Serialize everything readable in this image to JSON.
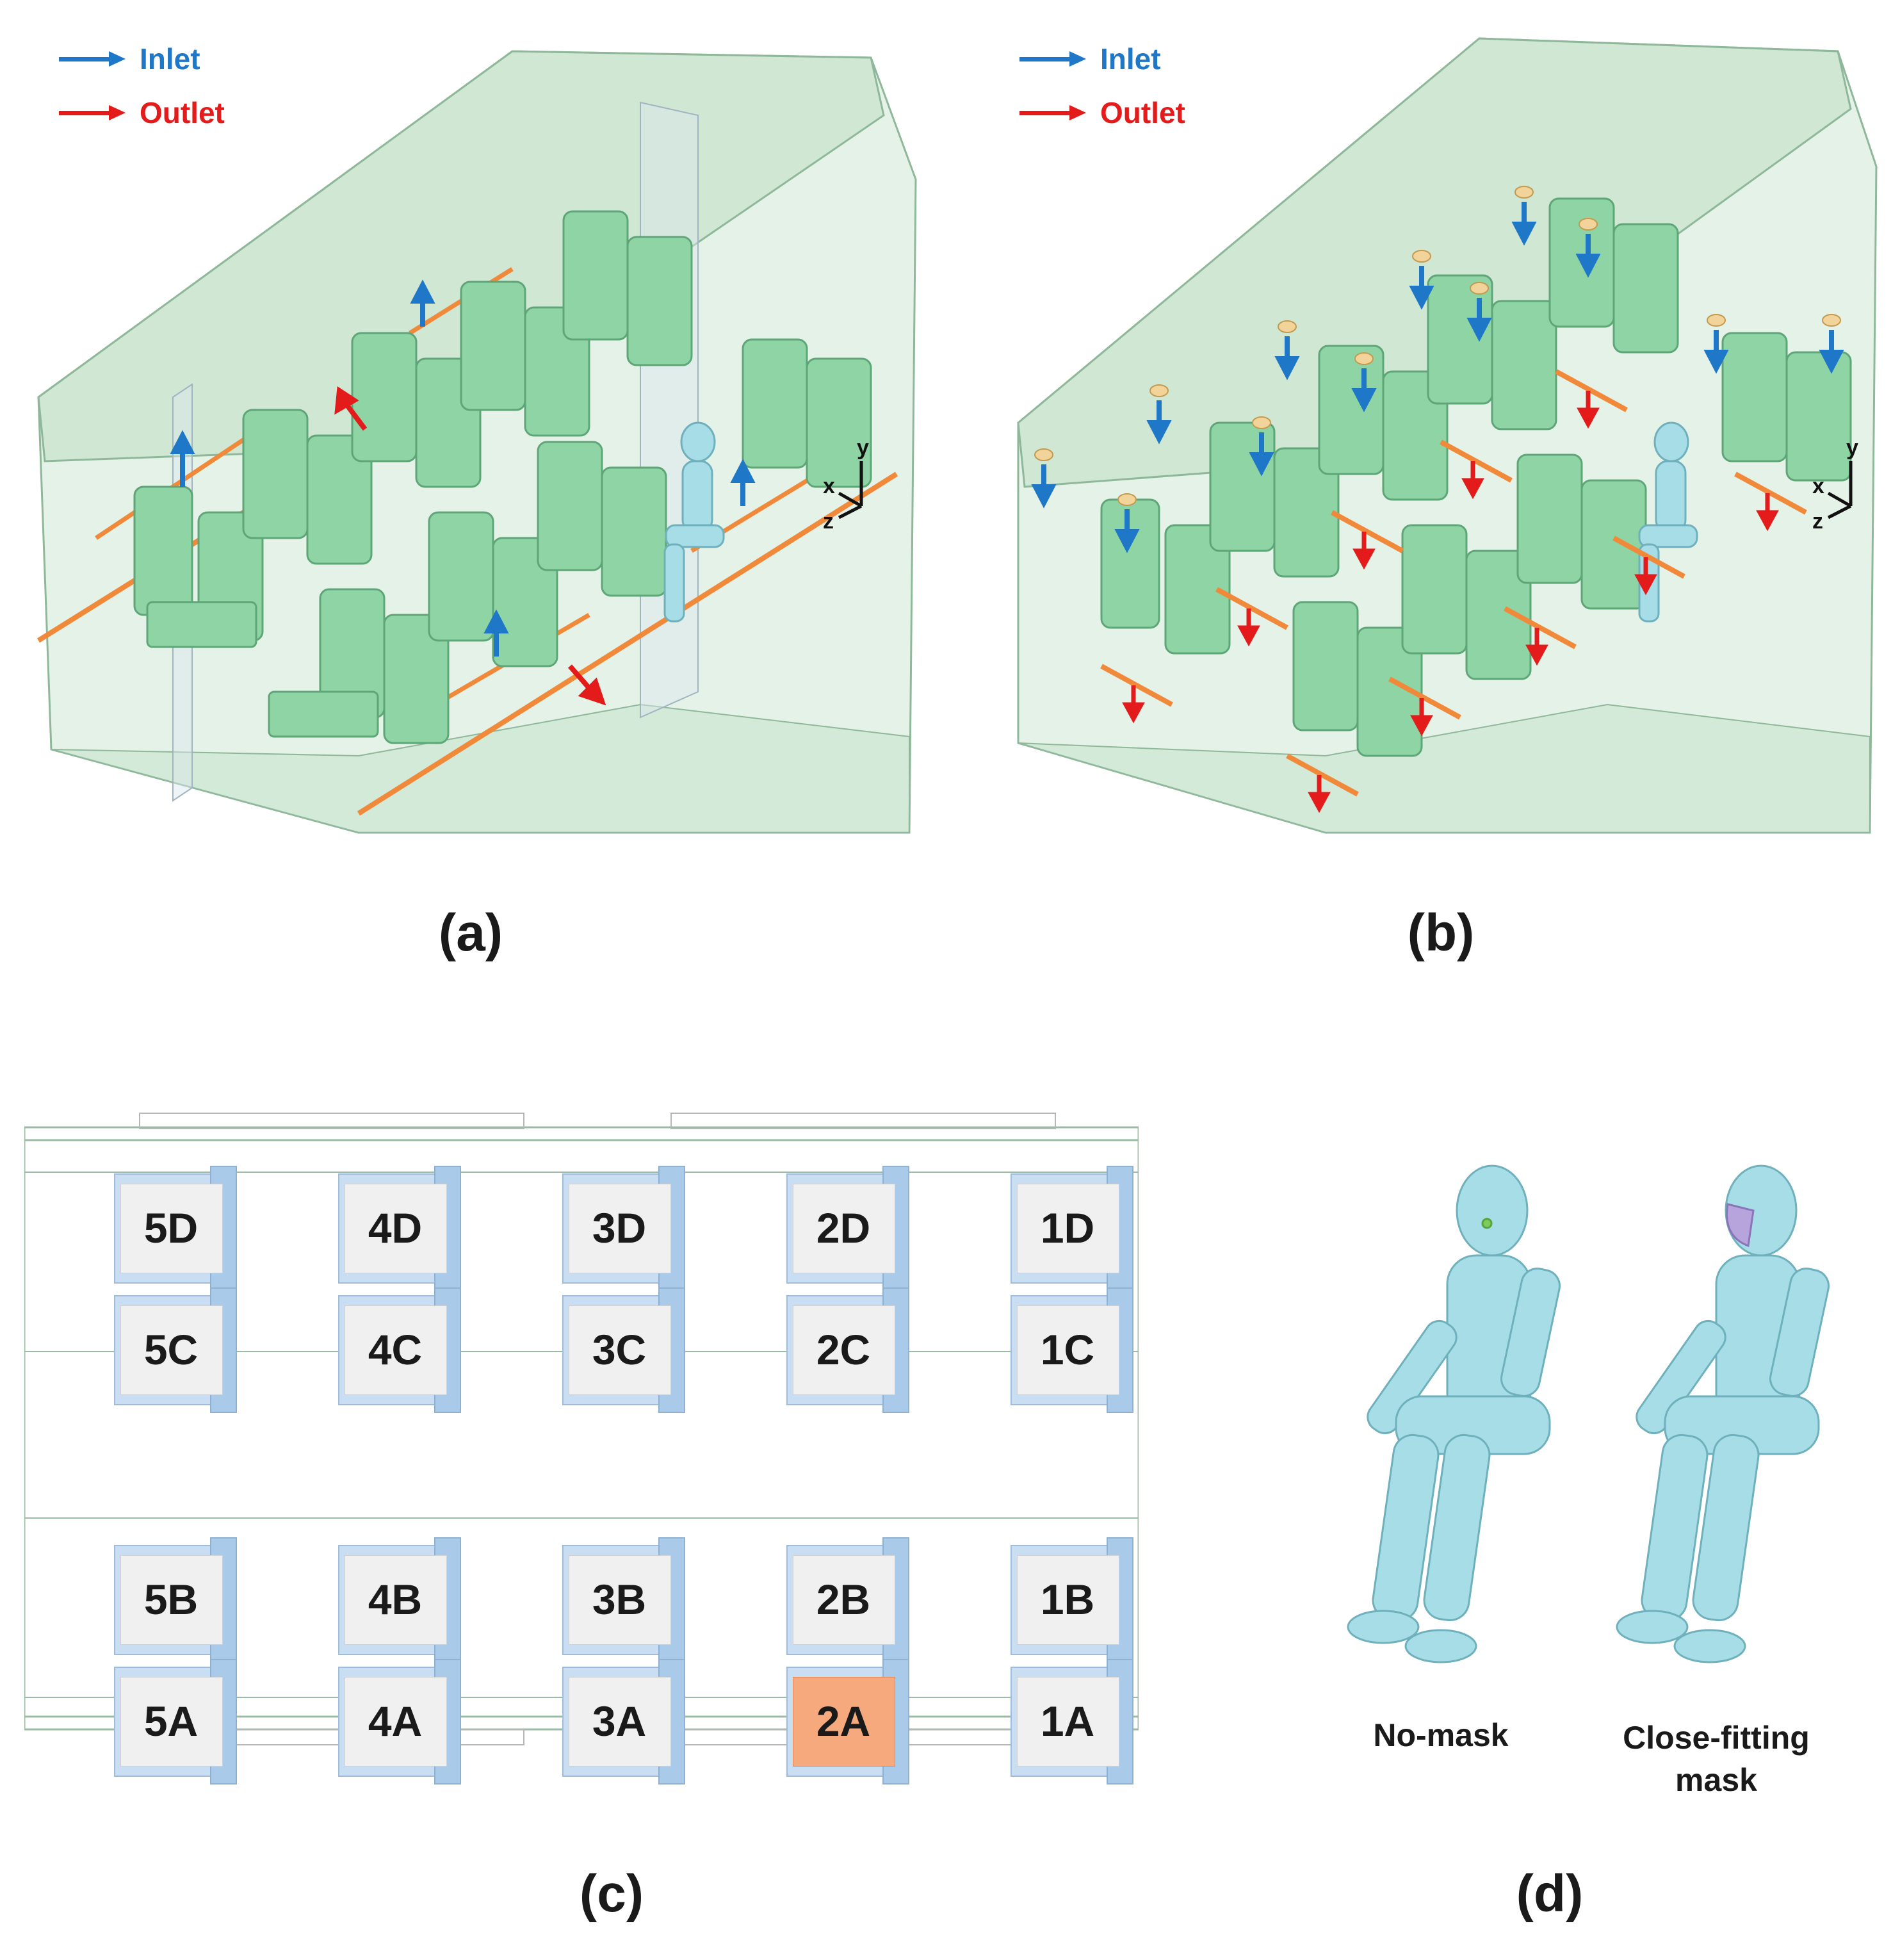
{
  "legend_a": {
    "inlet": "Inlet",
    "outlet": "Outlet"
  },
  "legend_b": {
    "inlet": "Inlet",
    "outlet": "Outlet"
  },
  "colors": {
    "inlet": "#1f77c8",
    "outlet": "#e31b1b",
    "cabin": "#cfe8d4",
    "seat": "#8fd4a4",
    "highlight": "#f6a97c",
    "manikin": "#a6dde6"
  },
  "captions": {
    "a": "(a)",
    "b": "(b)",
    "c": "(c)",
    "d": "(d)"
  },
  "axes": {
    "x": "x",
    "y": "y",
    "z": "z"
  },
  "seat_map": {
    "rows": [
      [
        "5D",
        "4D",
        "3D",
        "2D",
        "1D"
      ],
      [
        "5C",
        "4C",
        "3C",
        "2C",
        "1C"
      ],
      [
        "5B",
        "4B",
        "3B",
        "2B",
        "1B"
      ],
      [
        "5A",
        "4A",
        "3A",
        "2A",
        "1A"
      ]
    ],
    "highlighted_seat": "2A"
  },
  "manikins": {
    "no_mask": "No-mask",
    "close_fitting": "Close-fitting mask"
  }
}
